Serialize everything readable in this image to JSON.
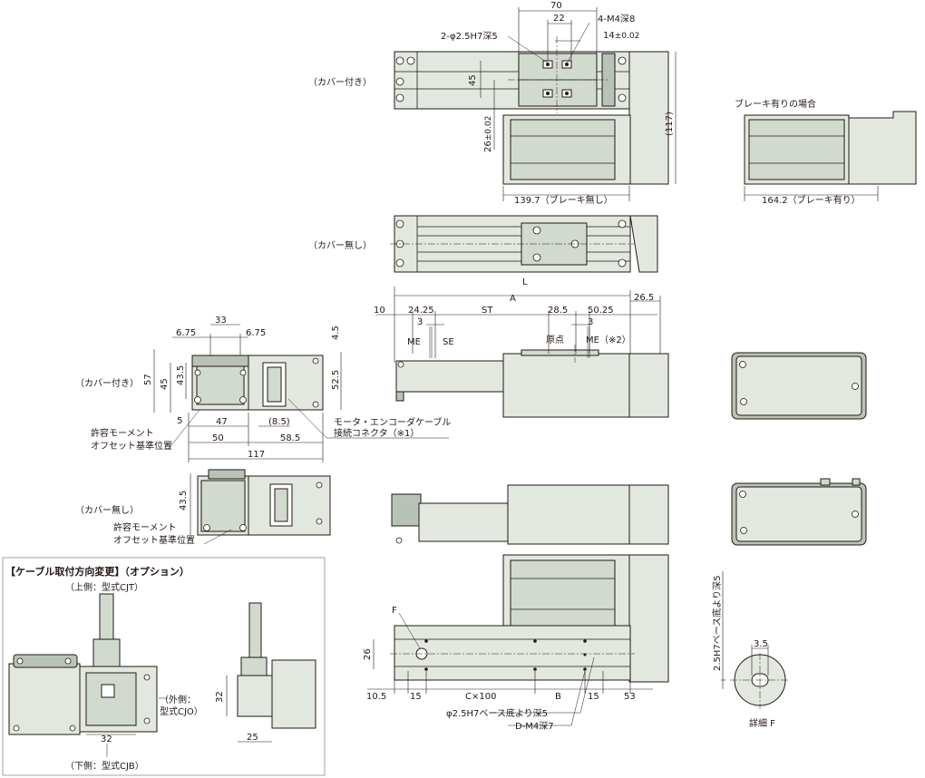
{
  "labels": {
    "cover_on": "（カバー付き）",
    "cover_off": "（カバー無し）",
    "cover_on_side": "（カバー付き）",
    "cover_off_side": "（カバー無し）",
    "brake_case": "ブレーキ有りの場合",
    "len_no_brake": "139.7（ブレーキ無し）",
    "len_brake": "164.2（ブレーキ有り）",
    "pin_hole": "2-φ2.5H7深5",
    "tap_hole": "4-M4深8",
    "d70": "70",
    "d22": "22",
    "d14": "14",
    "d14_tol": "±0.02",
    "d45_top": "45",
    "d26_top": "26",
    "d26_tol": "±0.02",
    "d117_paren": "(117)",
    "L": "L",
    "A": "A",
    "d26_5": "26.5",
    "d10": "10",
    "d24_25": "24.25",
    "ST": "ST",
    "d28_5": "28.5",
    "d50_25": "50.25",
    "d3_left": "3",
    "d3_right": "3",
    "ME_left": "ME",
    "SE": "SE",
    "origin": "原点",
    "ME_right": "ME（※2）",
    "d33": "33",
    "d6_75_l": "6.75",
    "d6_75_r": "6.75",
    "d4_5": "4.5",
    "d57": "57",
    "d45_side": "45",
    "d43_5": "43.5",
    "d52_5": "52.5",
    "d5": "5",
    "d47": "47",
    "d8_5": "(8.5)",
    "d50": "50",
    "d58_5": "58.5",
    "d117": "117",
    "moment1": "許容モーメント",
    "moment2": "オフセット基準位置",
    "motor_cable1": "モータ・エンコーダケーブル",
    "motor_cable2": "接続コネクタ（※1）",
    "d43_5_b": "43.5",
    "moment1_b": "許容モーメント",
    "moment2_b": "オフセット基準位置",
    "option_title": "【ケーブル取付方向変更】（オプション）",
    "upper": "（上側：型式CJT）",
    "outer1": "（外側：",
    "outer2": "型式CJO）",
    "lower": "（下側：型式CJB）",
    "d32_h": "32",
    "d32_v": "32",
    "d25": "25",
    "F": "F",
    "d26_bottom": "26",
    "d10_5": "10.5",
    "d15_a": "15",
    "C100": "C×100",
    "B": "B",
    "d15_b": "15",
    "d53": "53",
    "pin_bottom": "φ2.5H7ベース底より深5",
    "tap_bottom": "D-M4深7",
    "vertical_pin": "2.5H7ベース底より深5",
    "d3_5": "3.5",
    "detail": "詳細 F"
  }
}
